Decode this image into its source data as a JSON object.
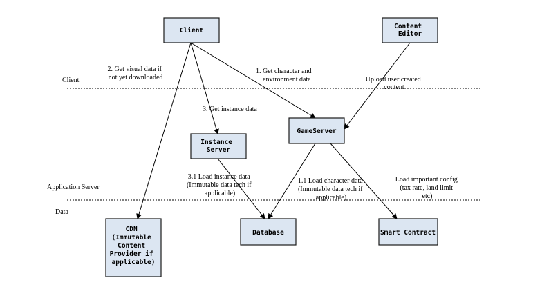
{
  "zones": {
    "client": "Client",
    "application_server": "Application Server",
    "data": "Data"
  },
  "nodes": {
    "client": [
      "Client"
    ],
    "content_editor": [
      "Content",
      "Editor"
    ],
    "game_server": [
      "GameServer"
    ],
    "instance_server": [
      "Instance",
      "Server"
    ],
    "cdn": [
      "CDN",
      "(Immutable",
      "Content",
      "Provider if",
      "applicable)"
    ],
    "database": [
      "Database"
    ],
    "smart_contract": [
      "Smart Contract"
    ]
  },
  "edges": {
    "get_visual_data": [
      "2. Get visual data if",
      "not yet downloaded"
    ],
    "get_character_data": [
      "1. Get character and",
      "environment data"
    ],
    "get_instance_data": [
      "3. Get instance data"
    ],
    "upload_user_content": [
      "Upload user created",
      "content"
    ],
    "load_instance_data": [
      "3.1 Load instance data",
      "(Immutable data tech if",
      "applicable)"
    ],
    "load_character_data": [
      "1.1 Load character data",
      "(Immutable data tech if",
      "applicable)"
    ],
    "load_config": [
      "Load important config",
      "(tax rate, land limit",
      "etc)"
    ]
  }
}
